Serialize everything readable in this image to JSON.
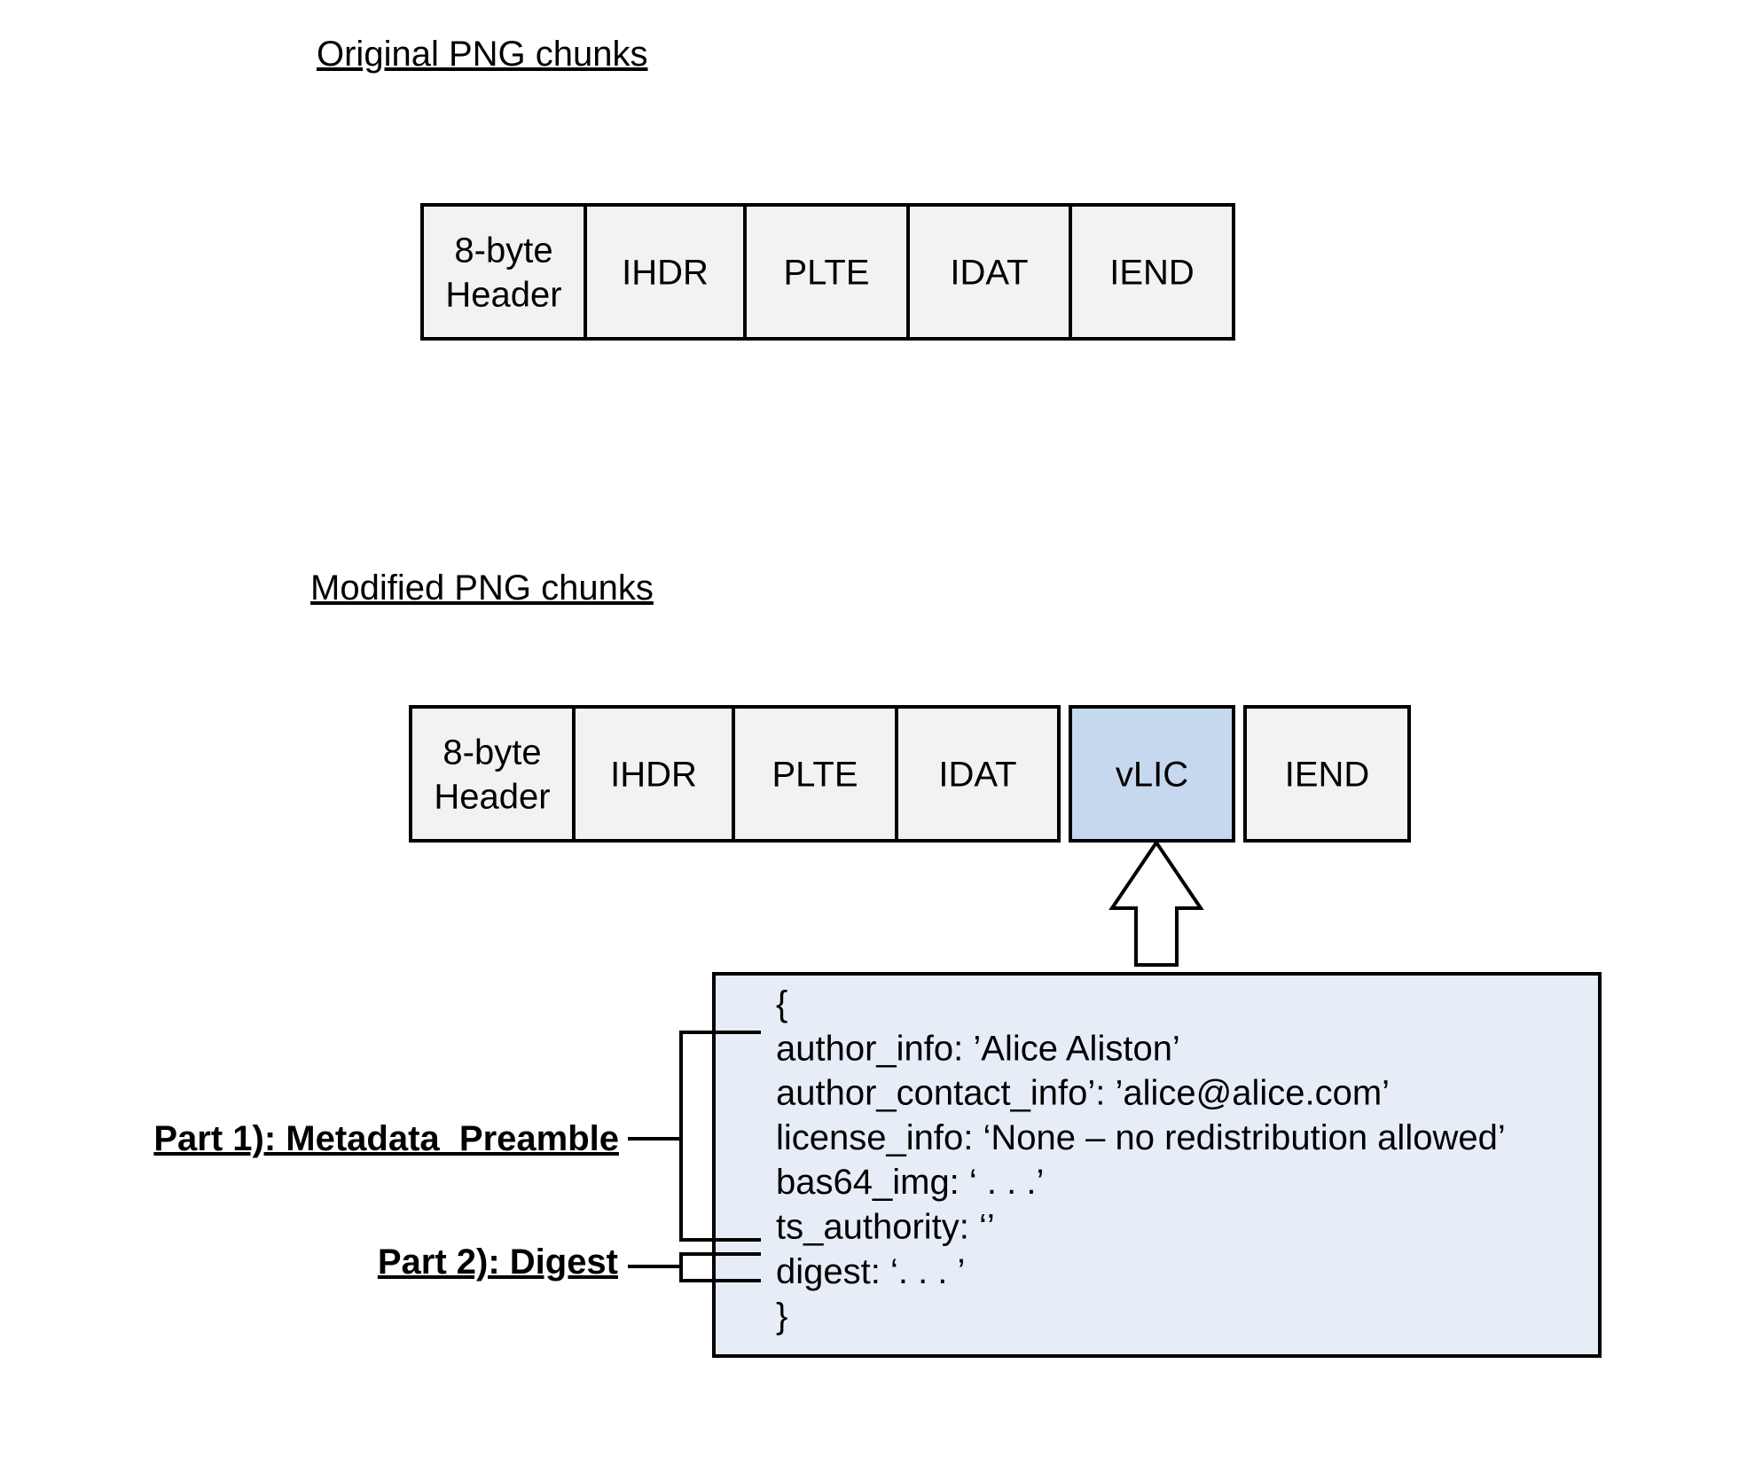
{
  "original_title": "Original PNG chunks",
  "modified_title": "Modified PNG chunks",
  "colors": {
    "chunk_fill": "#f2f2f2",
    "vlic_fill": "#c5d8ee",
    "json_box_fill": "#e6edf7",
    "stroke": "#000000"
  },
  "original_chunks": [
    {
      "label": [
        "8-byte",
        "Header"
      ]
    },
    {
      "label": [
        "IHDR"
      ]
    },
    {
      "label": [
        "PLTE"
      ]
    },
    {
      "label": [
        "IDAT"
      ]
    },
    {
      "label": [
        "IEND"
      ]
    }
  ],
  "modified_chunks": [
    {
      "label": [
        "8-byte",
        "Header"
      ],
      "highlight": false
    },
    {
      "label": [
        "IHDR"
      ],
      "highlight": false
    },
    {
      "label": [
        "PLTE"
      ],
      "highlight": false
    },
    {
      "label": [
        "IDAT"
      ],
      "highlight": false
    },
    {
      "label": [
        "vLIC"
      ],
      "highlight": true
    },
    {
      "label": [
        "IEND"
      ],
      "highlight": false
    }
  ],
  "json_lines": [
    "{",
    "author_info: ’Alice Aliston’",
    "author_contact_info’: ’alice@alice.com’",
    "license_info: ‘None – no redistribution allowed’",
    "bas64_img: ‘ . . .’",
    "ts_authority: ‘’",
    "digest: ‘. . . ’",
    "}"
  ],
  "parts": {
    "part1": "Part 1): Metadata_Preamble",
    "part2": "Part 2): Digest"
  }
}
